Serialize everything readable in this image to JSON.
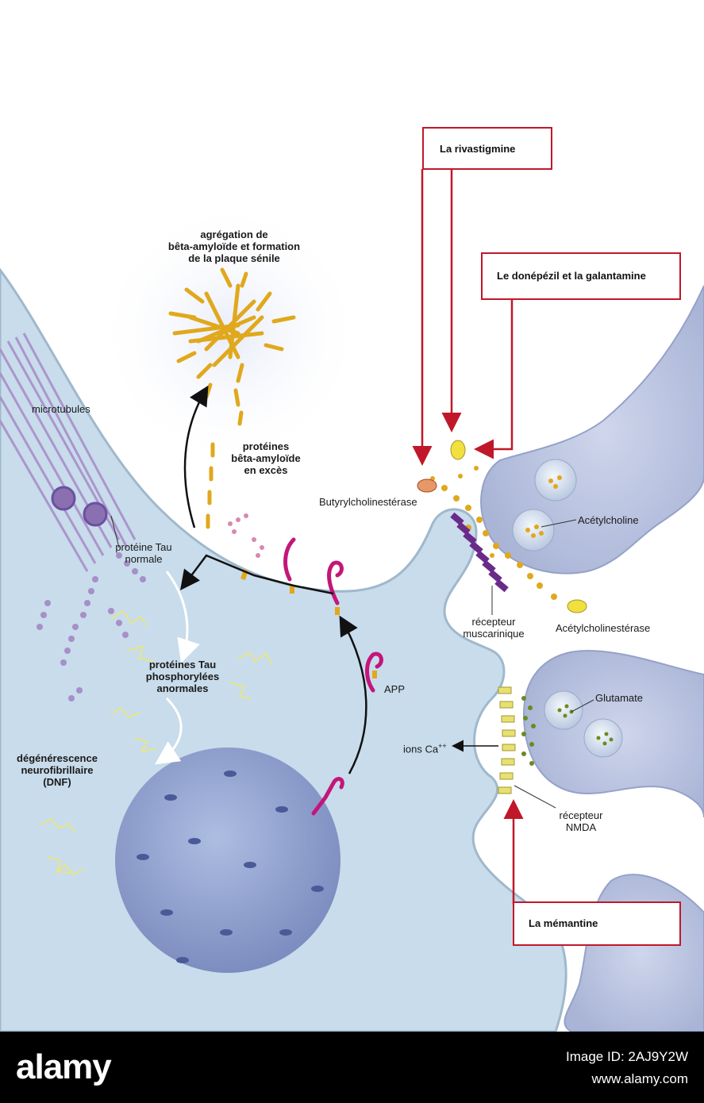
{
  "labels": {
    "agregation": [
      "agrégation de",
      "bêta-amyloïde et formation",
      "de la plaque sénile"
    ],
    "microtubules": "microtubules",
    "proteines_beta": [
      "protéines",
      "bêta-amyloïde",
      "en excès"
    ],
    "butyryl": "Butyrylcholinestérase",
    "acetylcholine": "Acétylcholine",
    "proteine_tau": [
      "protéine Tau",
      "normale"
    ],
    "recepteur_musc": [
      "récepteur",
      "muscarinique"
    ],
    "acetylcholinesterase": "Acétylcholinestérase",
    "proteines_tau_phos": [
      "protéines Tau",
      "phosphorylées",
      "anormales"
    ],
    "app": "APP",
    "glutamate": "Glutamate",
    "ions_ca": "ions Ca",
    "ions_ca_sup": "++",
    "degenerescence": [
      "dégénérescence",
      "neurofibrillaire",
      "(DNF)"
    ],
    "recepteur_nmda": [
      "récepteur",
      "NMDA"
    ]
  },
  "drugs": {
    "rivastigmine": "La rivastigmine",
    "donepezil": "Le donépézil et la galantamine",
    "memantine": "La mémantine"
  },
  "watermark": {
    "logo": "alamy",
    "image_id": "Image ID: 2AJ9Y2W",
    "url": "www.alamy.com"
  },
  "colors": {
    "neuron": "#c8dceb",
    "neuron_edge": "#9fb8cc",
    "synapse_cell": "#bcc6e0",
    "amyloid": "#e0a81c",
    "app": "#c4157a",
    "tau": "#a78fc8",
    "drug_border": "#c0182a",
    "receptor": "#6a2a8a",
    "glutamate_receptor": "#e8e070"
  }
}
